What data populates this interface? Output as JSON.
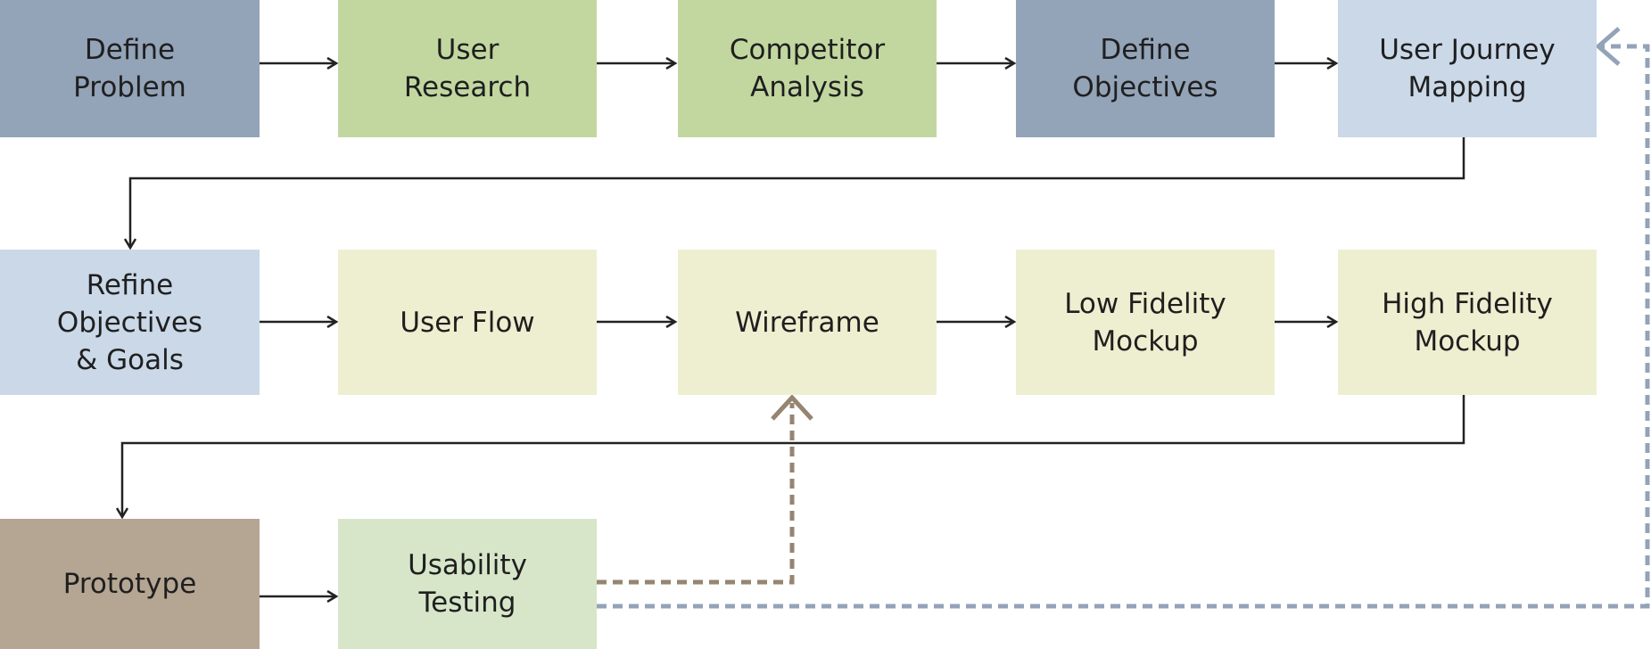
{
  "nodes": {
    "define_problem": {
      "label": "Define\nProblem",
      "color": "#93a3b8"
    },
    "user_research": {
      "label": "User\nResearch",
      "color": "#c2d7a0"
    },
    "competitor_analysis": {
      "label": "Competitor\nAnalysis",
      "color": "#c2d7a0"
    },
    "define_objectives": {
      "label": "Define\nObjectives",
      "color": "#93a3b8"
    },
    "user_journey_mapping": {
      "label": "User Journey\nMapping",
      "color": "#cad8e8"
    },
    "refine_objectives": {
      "label": "Refine\nObjectives\n& Goals",
      "color": "#cad8e8"
    },
    "user_flow": {
      "label": "User Flow",
      "color": "#eeefd0"
    },
    "wireframe": {
      "label": "Wireframe",
      "color": "#eeefd0"
    },
    "low_fidelity_mockup": {
      "label": "Low Fidelity\nMockup",
      "color": "#eeefd0"
    },
    "high_fidelity_mockup": {
      "label": "High Fidelity\nMockup",
      "color": "#eeefd0"
    },
    "prototype": {
      "label": "Prototype",
      "color": "#b5a693"
    },
    "usability_testing": {
      "label": "Usability\nTesting",
      "color": "#d7e6c9"
    }
  },
  "colors": {
    "arrow": "#222222",
    "feedback_to_wireframe": "#958571",
    "feedback_to_journey": "#93a3b8"
  }
}
